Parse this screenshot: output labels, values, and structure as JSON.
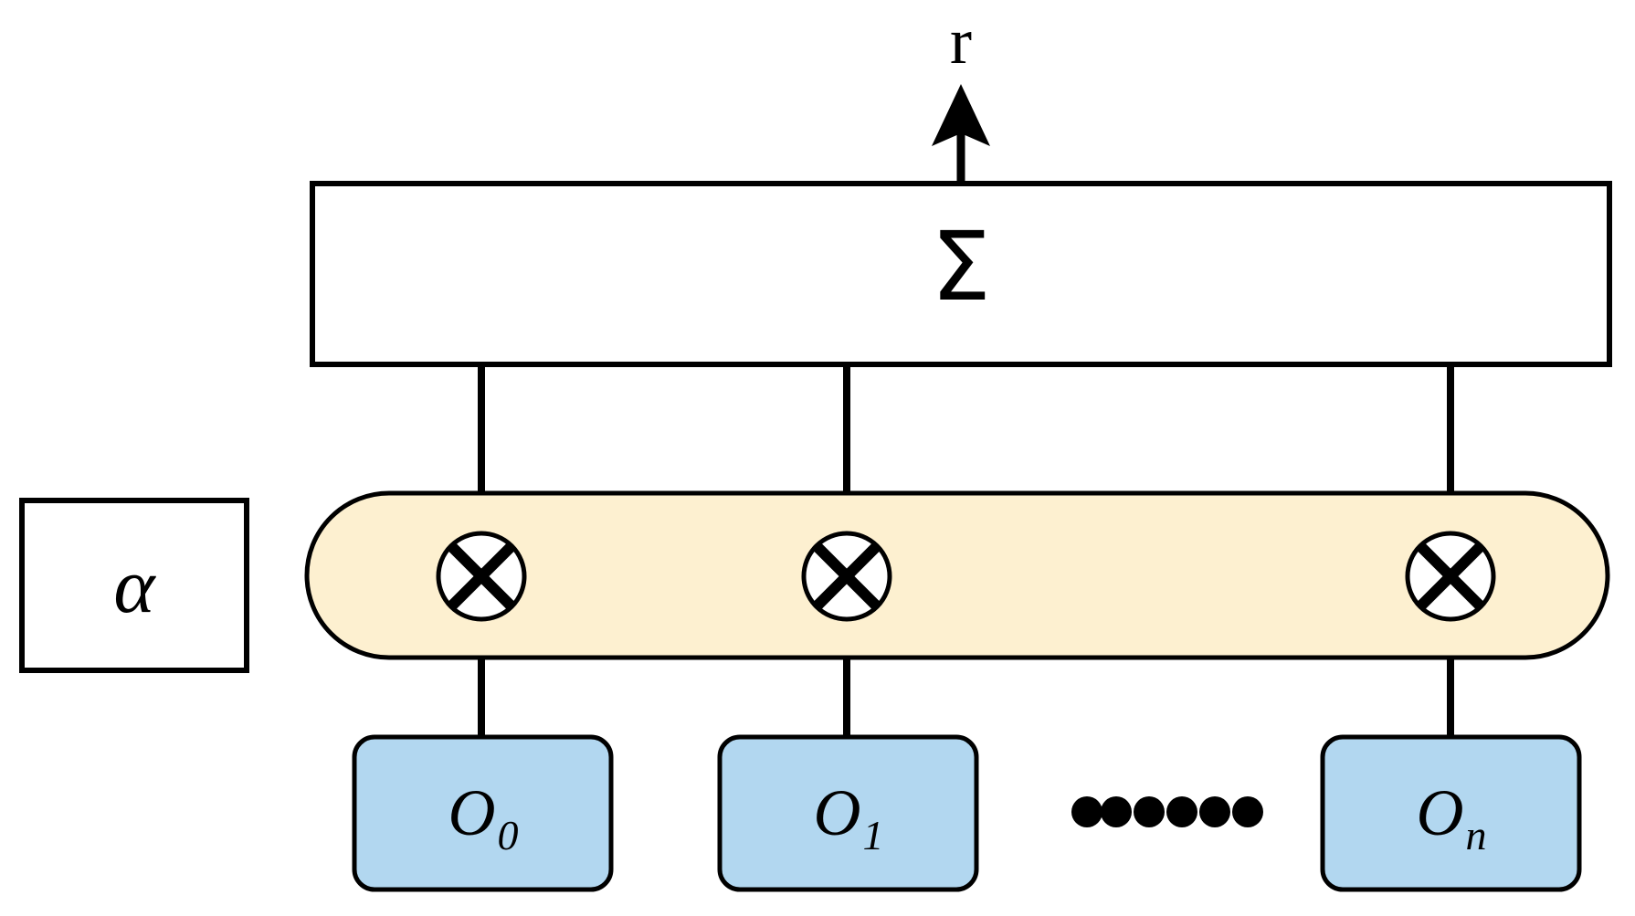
{
  "diagram": {
    "title": "weighted-sum-of-operations",
    "output": {
      "label": "r",
      "arrow_icon": "up-arrow-icon"
    },
    "sum_block": {
      "label": "Σ",
      "name": "summation"
    },
    "weights_block": {
      "label": "α",
      "name": "alpha-weights"
    },
    "mixing_band": {
      "name": "weighted-mixing-band",
      "operator_icon": "circled-times-icon",
      "operator_label": "⊗",
      "operator_count": 3
    },
    "operands": [
      {
        "base": "O",
        "sub": "0",
        "label": "O0"
      },
      {
        "base": "O",
        "sub": "1",
        "label": "O1"
      },
      {
        "base": "O",
        "sub": "n",
        "label": "On"
      }
    ],
    "ellipsis": {
      "label": "······",
      "dot_count": 6
    },
    "colors": {
      "band_fill": "#fdf0d0",
      "operand_fill": "#b2d7f0",
      "stroke": "#000000",
      "block_fill": "#ffffff",
      "canvas": "#ffffff"
    }
  }
}
